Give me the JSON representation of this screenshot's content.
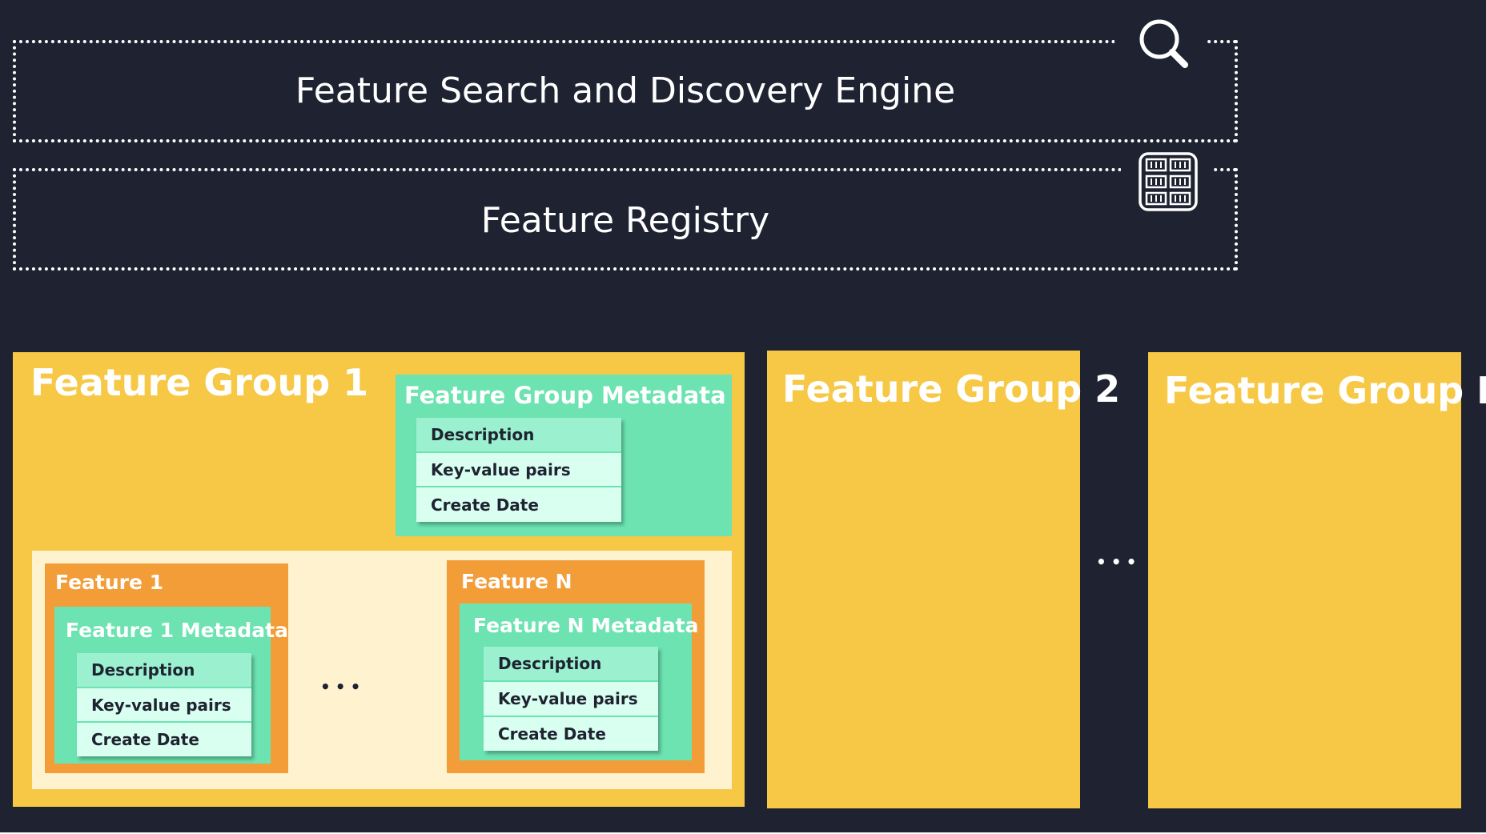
{
  "engine": {
    "title": "Feature Search and Discovery Engine",
    "icon": "magnifying-glass-icon"
  },
  "registry": {
    "title": "Feature Registry",
    "icon": "grid-database-icon"
  },
  "groups": {
    "group1": {
      "title": "Feature Group 1",
      "metadata": {
        "title": "Feature Group Metadata",
        "rows": [
          "Description",
          "Key-value pairs",
          "Create Date"
        ]
      },
      "features": {
        "first": {
          "title": "Feature 1",
          "metadata": {
            "title": "Feature 1 Metadata",
            "rows": [
              "Description",
              "Key-value pairs",
              "Create Date"
            ]
          }
        },
        "ellipsis": "•••",
        "last": {
          "title": "Feature N",
          "metadata": {
            "title": "Feature N Metadata",
            "rows": [
              "Description",
              "Key-value pairs",
              "Create Date"
            ]
          }
        }
      }
    },
    "group2": {
      "title": "Feature Group 2"
    },
    "ellipsis": "•••",
    "groupN": {
      "title": "Feature Group N"
    }
  },
  "colors": {
    "background": "#1f2331",
    "feature_group": "#f6c846",
    "features_area": "#fff3cf",
    "feature": "#f39d39",
    "metadata_panel": "#6ce3b1",
    "metadata_row_header": "#9bf0cf",
    "metadata_row": "#d9fff1"
  }
}
